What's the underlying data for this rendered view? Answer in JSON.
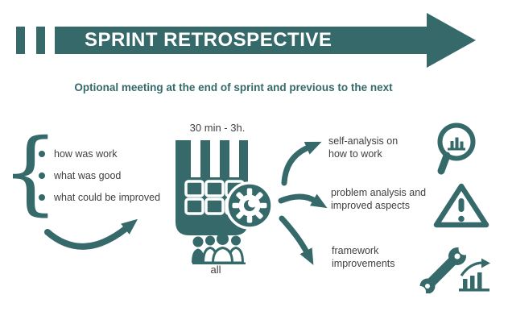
{
  "colors": {
    "teal": "#35696a",
    "text": "#3f3f3f",
    "background": "#ffffff",
    "title_text": "#ffffff"
  },
  "banner": {
    "title": "SPRINT RETROSPECTIVE"
  },
  "subtitle": "Optional meeting at the end of sprint and previous to the next",
  "meeting": {
    "duration": "30 min - 3h.",
    "attendees": "all"
  },
  "brace_glyph": "{",
  "discussion_points": [
    "how was work",
    "what was good",
    "what could be improved"
  ],
  "outcomes": [
    {
      "line1": "self-analysis on",
      "line2": "how to work",
      "icon": "magnifier-chart-icon"
    },
    {
      "line1": "problem analysis and",
      "line2": "improved aspects",
      "icon": "warning-triangle-icon"
    },
    {
      "line1": "framework",
      "line2": "improvements",
      "icon": "wrench-chart-icon"
    }
  ],
  "center_icons": {
    "calendar": "calendar-gear-icon",
    "attendees": "team-icon"
  }
}
